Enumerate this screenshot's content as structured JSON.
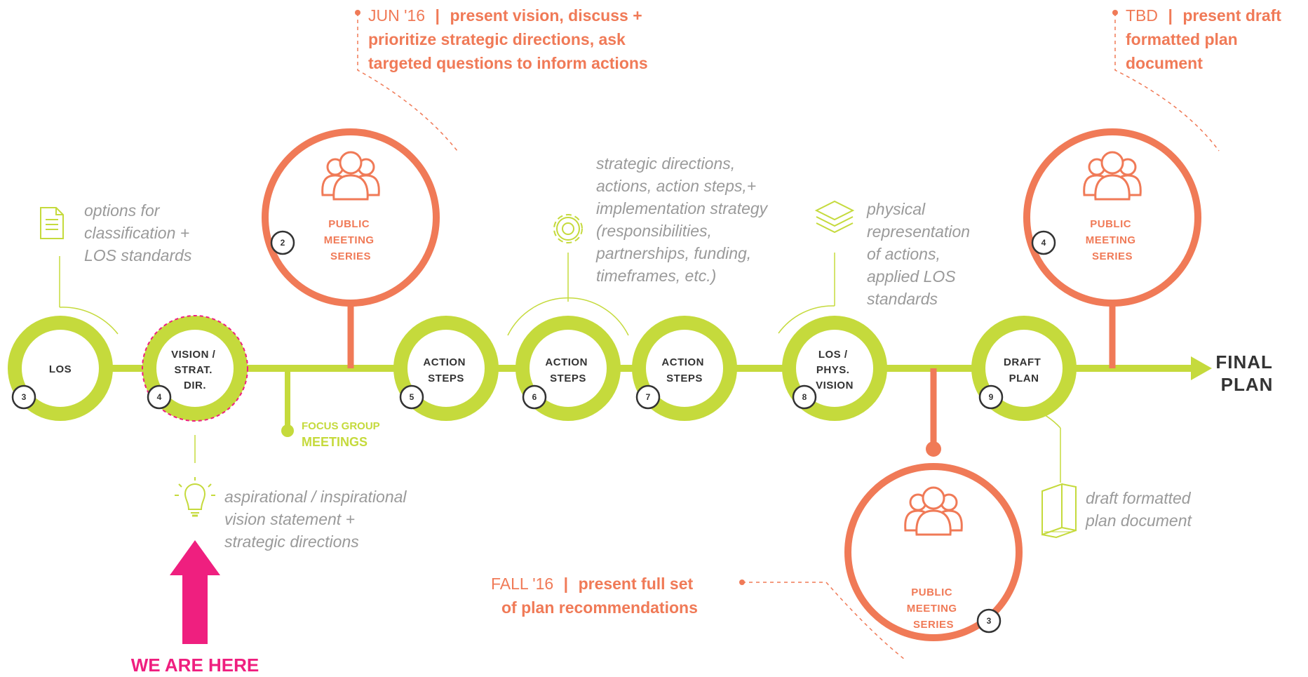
{
  "colors": {
    "green": "#c5da3c",
    "orange": "#f07a57",
    "pink": "#ef1f7f",
    "gray": "#9a9a9a",
    "dark": "#333333"
  },
  "nodes": [
    {
      "label_lines": [
        "LOS"
      ],
      "number": "3"
    },
    {
      "label_lines": [
        "VISION /",
        "STRAT.",
        "DIR."
      ],
      "number": "4"
    },
    {
      "label_lines": [
        "ACTION",
        "STEPS"
      ],
      "number": "5"
    },
    {
      "label_lines": [
        "ACTION",
        "STEPS"
      ],
      "number": "6"
    },
    {
      "label_lines": [
        "ACTION",
        "STEPS"
      ],
      "number": "7"
    },
    {
      "label_lines": [
        "LOS /",
        "PHYS.",
        "VISION"
      ],
      "number": "8"
    },
    {
      "label_lines": [
        "DRAFT",
        "PLAN"
      ],
      "number": "9"
    }
  ],
  "public_meetings": [
    {
      "label_lines": [
        "PUBLIC",
        "MEETING",
        "SERIES"
      ],
      "number": "2"
    },
    {
      "label_lines": [
        "PUBLIC",
        "MEETING",
        "SERIES"
      ],
      "number": "3"
    },
    {
      "label_lines": [
        "PUBLIC",
        "MEETING",
        "SERIES"
      ],
      "number": "4"
    }
  ],
  "meeting_notes": [
    {
      "date": "JUN '16",
      "sep": "|",
      "lines": [
        "present vision, discuss +",
        "prioritize strategic directions,  ask",
        "targeted questions to inform actions"
      ]
    },
    {
      "date": "FALL '16",
      "sep": "|",
      "lines": [
        "present full set",
        "of plan recommendations"
      ]
    },
    {
      "date": "TBD",
      "sep": "|",
      "lines": [
        "present draft",
        "formatted plan",
        "document"
      ]
    }
  ],
  "focus_group": [
    "FOCUS GROUP",
    "MEETINGS"
  ],
  "notes": {
    "los": [
      "options for",
      "classification +",
      "LOS standards"
    ],
    "action": [
      "strategic directions,",
      "actions, action steps,+",
      "implementation strategy",
      "(responsibilities,",
      "partnerships, funding,",
      "timeframes, etc.)"
    ],
    "physical": [
      "physical",
      "representation",
      "of actions,",
      "applied LOS",
      "standards"
    ],
    "vision": [
      "aspirational / inspirational",
      "vision statement +",
      "strategic directions"
    ],
    "draft": [
      "draft formatted",
      "plan document"
    ]
  },
  "icons": {
    "los": "document-icon",
    "action": "gear-icon",
    "physical": "layers-icon",
    "vision": "lightbulb-icon",
    "draft": "book-icon",
    "people": "people-icon"
  },
  "final_plan": [
    "FINAL",
    "PLAN"
  ],
  "we_are_here": "WE ARE HERE"
}
